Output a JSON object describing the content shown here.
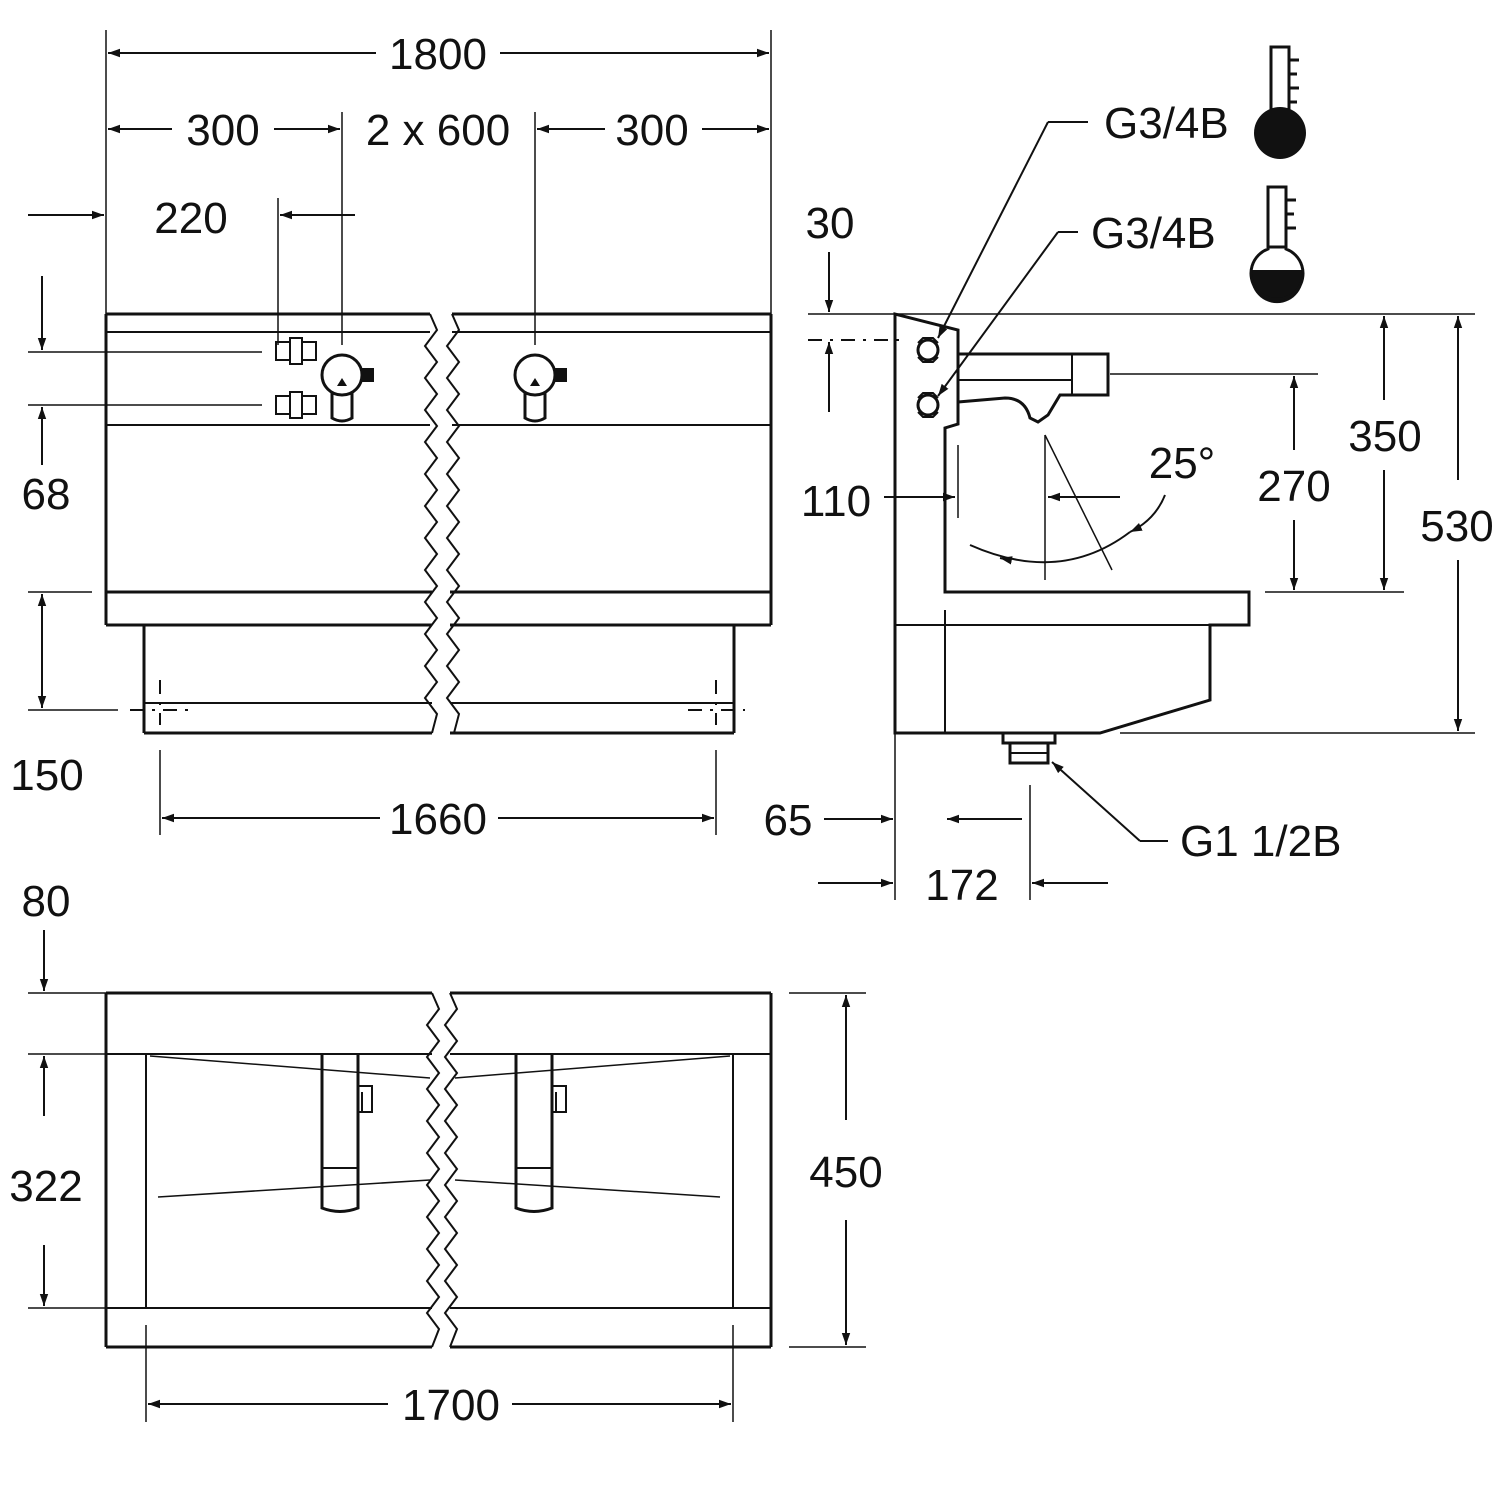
{
  "front_view": {
    "total_width": "1800",
    "left_margin": "300",
    "spacing": "2 x 600",
    "right_margin": "300",
    "connection_offset": "220",
    "connection_spacing": "68",
    "basin_height": "150",
    "mounting_width": "1660"
  },
  "side_view": {
    "hot_connection": "G3/4B",
    "cold_connection": "G3/4B",
    "top_offset": "30",
    "wall_distance": "110",
    "spout_angle": "25°",
    "spout_height": "270",
    "upper_height": "350",
    "total_height": "530",
    "wall_offset": "65",
    "drain_distance": "172",
    "drain_connection": "G1 1/2B"
  },
  "top_view": {
    "rear_depth": "80",
    "basin_depth": "322",
    "total_depth": "450",
    "basin_width": "1700"
  },
  "colors": {
    "ink": "#111111",
    "paper": "#ffffff"
  }
}
